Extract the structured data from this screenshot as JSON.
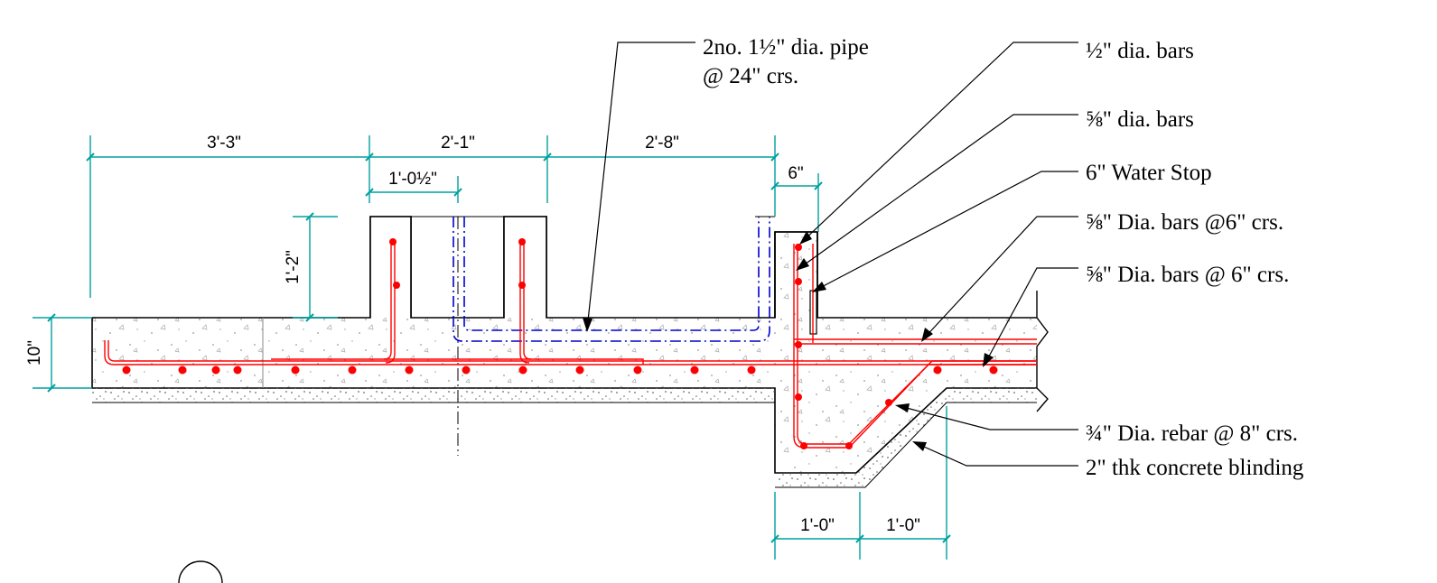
{
  "dimensions": {
    "d1": "3'-3\"",
    "d2": "2'-1\"",
    "d3": "2'-8\"",
    "d4": "1'-0½\"",
    "d5": "6\"",
    "d6": "1'-2\"",
    "d7": "10\"",
    "d8": "1'-0\"",
    "d9": "1'-0\""
  },
  "labels": {
    "pipe_line1": "2no. 1½\" dia. pipe",
    "pipe_line2": "@ 24\" crs.",
    "half_bars": "½\" dia. bars",
    "five8_bars": "⅝\" dia. bars",
    "water_stop": "6\" Water Stop",
    "five8_6crs_a": "⅝\" Dia. bars @6\" crs.",
    "five8_6crs_b": "⅝\" Dia. bars @ 6\" crs.",
    "rebar_34": "¾\" Dia. rebar @ 8\" crs.",
    "blinding": "2\" thk concrete blinding"
  },
  "colors": {
    "dimension": "#00a0a0",
    "rebar": "#ff0000",
    "pipe": "#0000cc",
    "outline": "#000000",
    "hatch": "#999999"
  }
}
